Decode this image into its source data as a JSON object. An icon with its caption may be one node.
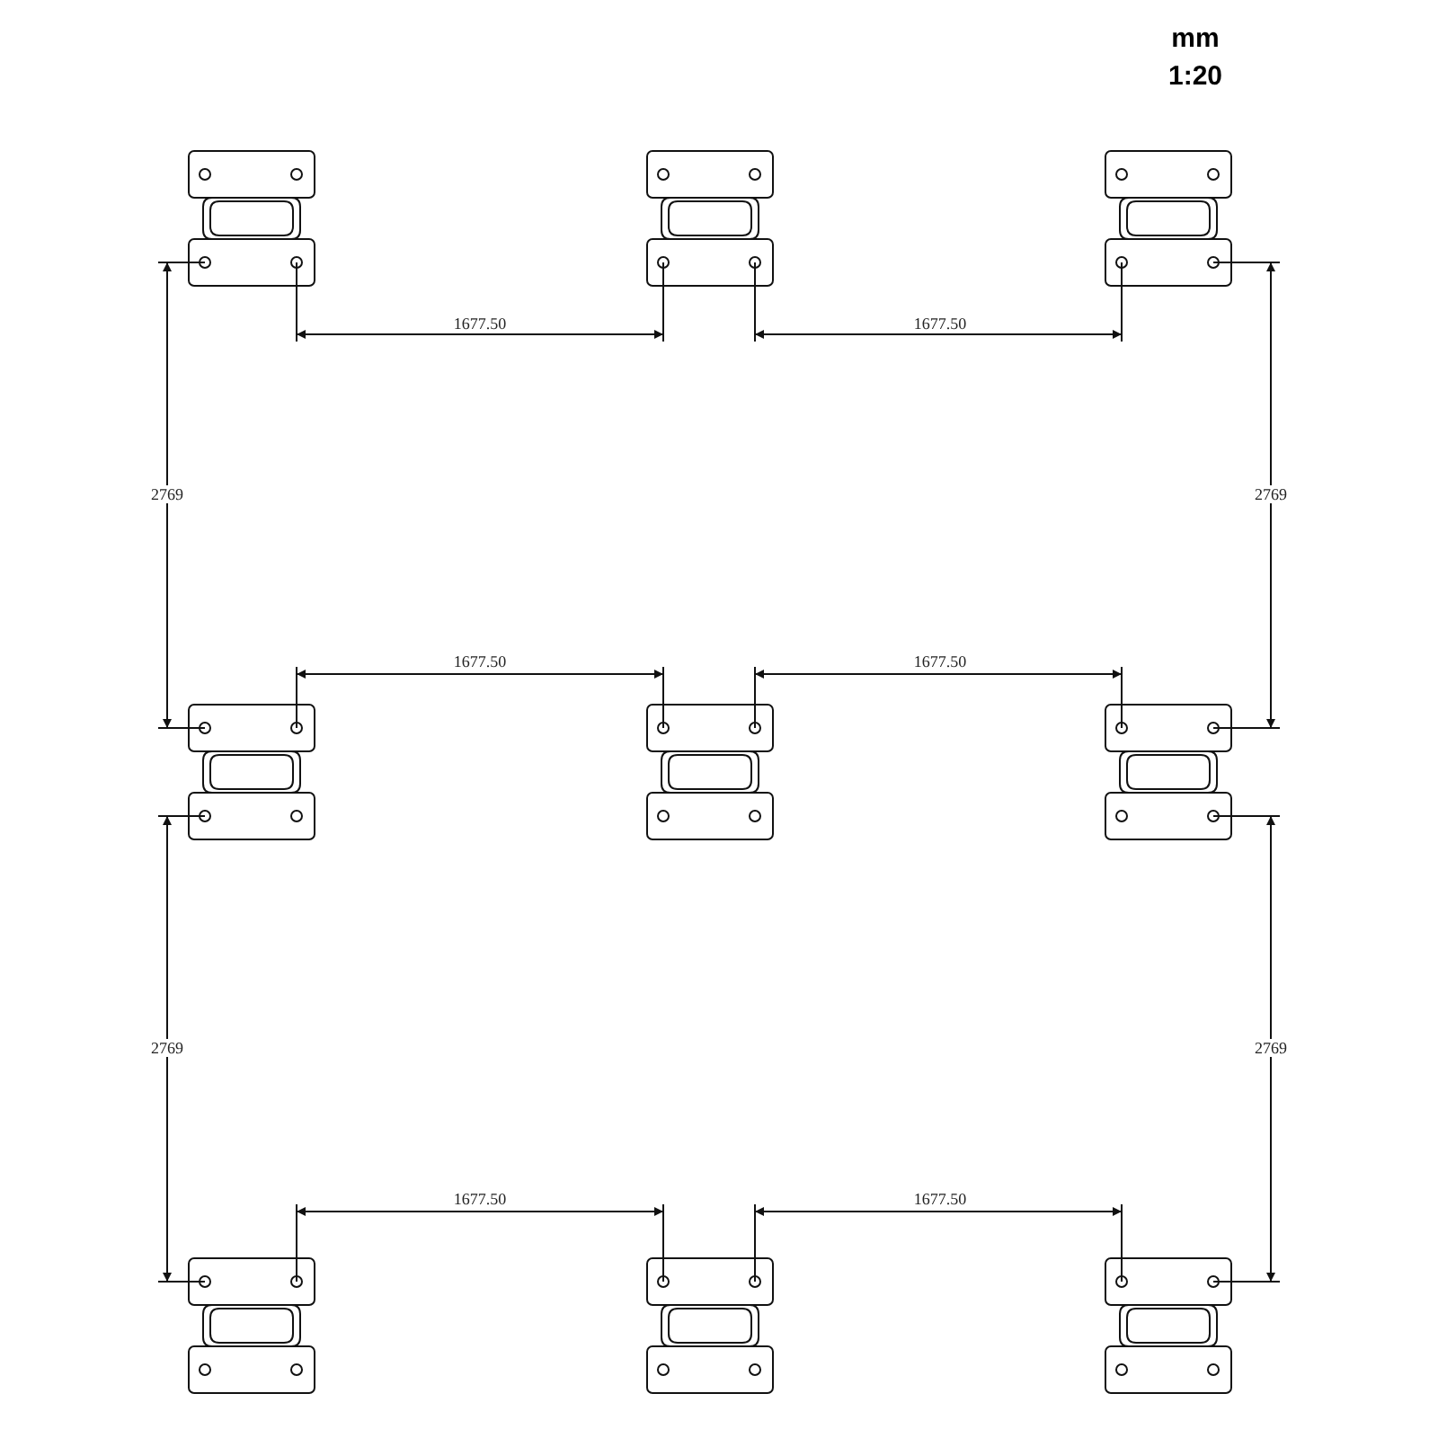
{
  "diagram": {
    "labels": [
      "mm",
      "1:20",
      "1677.50",
      "1677.50",
      "2769",
      "2769",
      "1677.50",
      "1677.50",
      "2769",
      "2769",
      "1677.50",
      "1677.50"
    ]
  }
}
